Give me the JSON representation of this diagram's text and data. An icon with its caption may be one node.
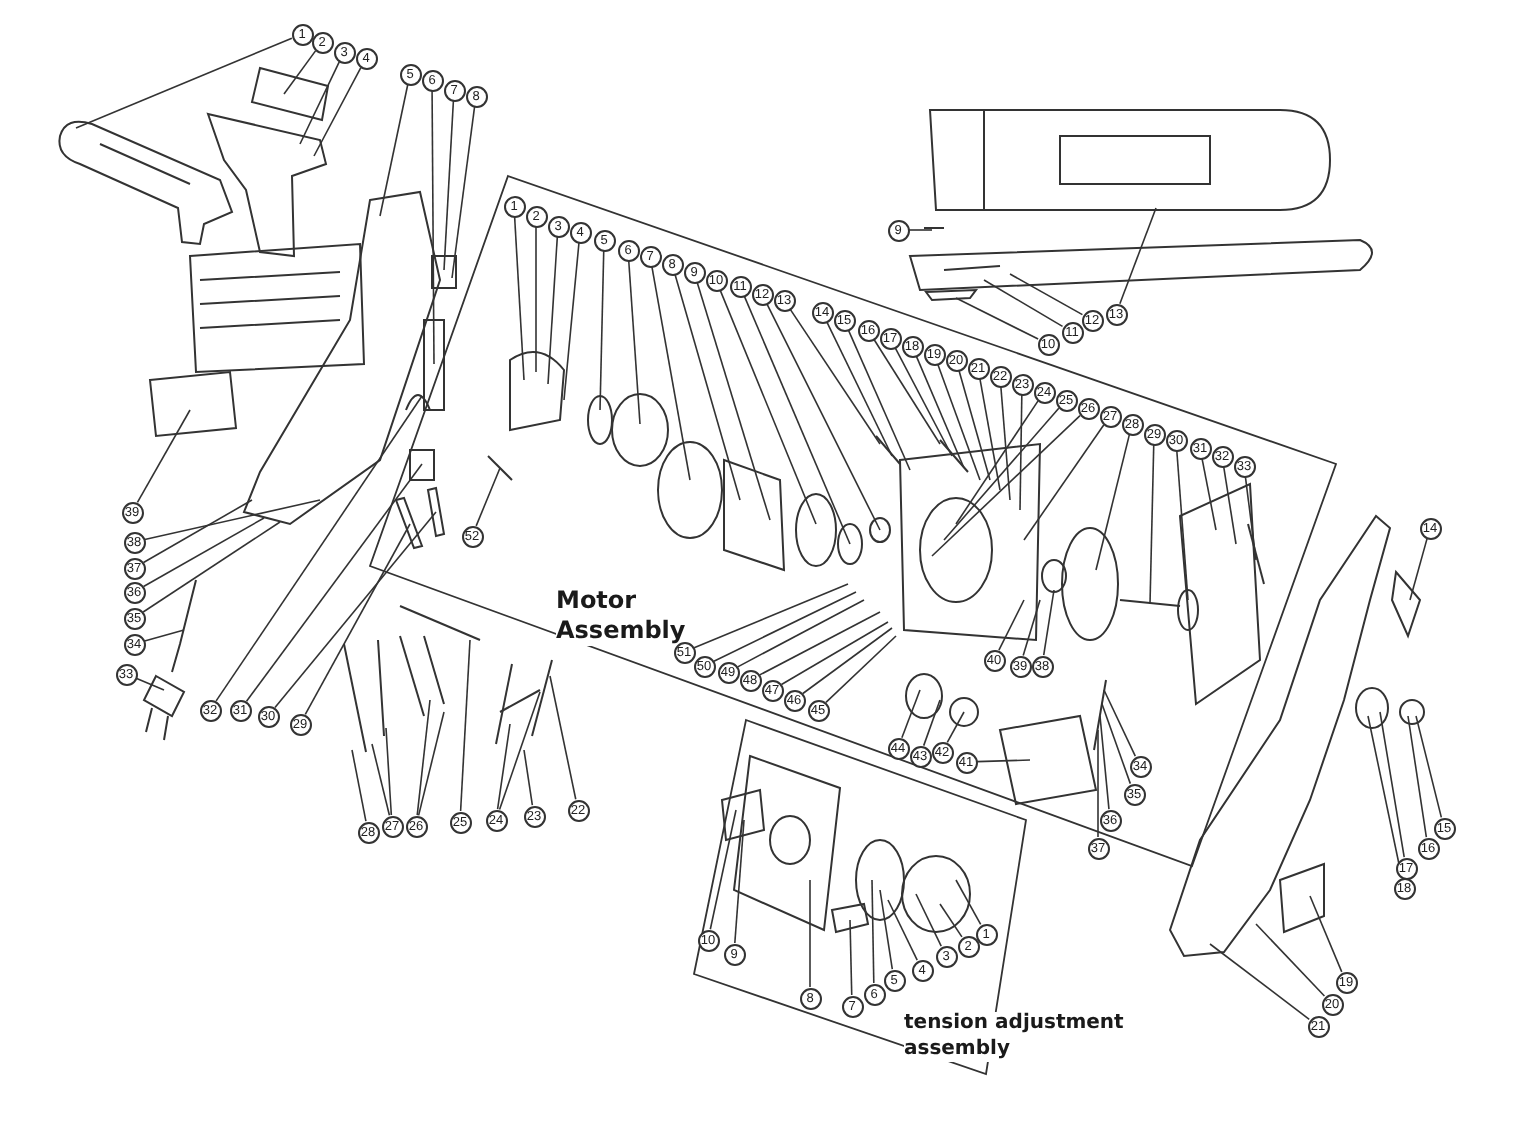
{
  "diagram": {
    "nodes": [
      {
        "text": [
          "Motor Assembly"
        ]
      },
      {
        "text": [
          "tension adjustment assembly"
        ]
      },
      {
        "text": [
          "1"
        ]
      },
      {
        "text": [
          "2"
        ]
      },
      {
        "text": [
          "3"
        ]
      },
      {
        "text": [
          "4"
        ]
      },
      {
        "text": [
          "5"
        ]
      },
      {
        "text": [
          "6"
        ]
      },
      {
        "text": [
          "7"
        ]
      },
      {
        "text": [
          "8"
        ]
      },
      {
        "text": [
          "9"
        ]
      },
      {
        "text": [
          "10"
        ]
      },
      {
        "text": [
          "11"
        ]
      },
      {
        "text": [
          "12"
        ]
      },
      {
        "text": [
          "13"
        ]
      },
      {
        "text": [
          "14"
        ]
      },
      {
        "text": [
          "15"
        ]
      },
      {
        "text": [
          "16"
        ]
      },
      {
        "text": [
          "17"
        ]
      },
      {
        "text": [
          "18"
        ]
      },
      {
        "text": [
          "19"
        ]
      },
      {
        "text": [
          "20"
        ]
      },
      {
        "text": [
          "21"
        ]
      },
      {
        "text": [
          "22"
        ]
      },
      {
        "text": [
          "23"
        ]
      },
      {
        "text": [
          "24"
        ]
      },
      {
        "text": [
          "25"
        ]
      },
      {
        "text": [
          "26"
        ]
      },
      {
        "text": [
          "27"
        ]
      },
      {
        "text": [
          "28"
        ]
      },
      {
        "text": [
          "29"
        ]
      },
      {
        "text": [
          "30"
        ]
      },
      {
        "text": [
          "31"
        ]
      },
      {
        "text": [
          "32"
        ]
      },
      {
        "text": [
          "33"
        ]
      },
      {
        "text": [
          "34"
        ]
      },
      {
        "text": [
          "35"
        ]
      },
      {
        "text": [
          "36"
        ]
      },
      {
        "text": [
          "37"
        ]
      },
      {
        "text": [
          "38"
        ]
      },
      {
        "text": [
          "39"
        ]
      },
      {
        "text": [
          "1"
        ],
        "in": 0
      },
      {
        "text": [
          "2"
        ],
        "in": 0
      },
      {
        "text": [
          "3"
        ],
        "in": 0
      },
      {
        "text": [
          "4"
        ],
        "in": 0
      },
      {
        "text": [
          "5"
        ],
        "in": 0
      },
      {
        "text": [
          "6"
        ],
        "in": 0
      },
      {
        "text": [
          "7"
        ],
        "in": 0
      },
      {
        "text": [
          "8"
        ],
        "in": 0
      },
      {
        "text": [
          "9"
        ],
        "in": 0
      },
      {
        "text": [
          "10"
        ],
        "in": 0
      },
      {
        "text": [
          "11"
        ],
        "in": 0
      },
      {
        "text": [
          "12"
        ],
        "in": 0
      },
      {
        "text": [
          "13"
        ],
        "in": 0
      },
      {
        "text": [
          "14"
        ],
        "in": 0
      },
      {
        "text": [
          "15"
        ],
        "in": 0
      },
      {
        "text": [
          "16"
        ],
        "in": 0
      },
      {
        "text": [
          "17"
        ],
        "in": 0
      },
      {
        "text": [
          "18"
        ],
        "in": 0
      },
      {
        "text": [
          "19"
        ],
        "in": 0
      },
      {
        "text": [
          "20"
        ],
        "in": 0
      },
      {
        "text": [
          "21"
        ],
        "in": 0
      },
      {
        "text": [
          "22"
        ],
        "in": 0
      },
      {
        "text": [
          "23"
        ],
        "in": 0
      },
      {
        "text": [
          "24"
        ],
        "in": 0
      },
      {
        "text": [
          "25"
        ],
        "in": 0
      },
      {
        "text": [
          "26"
        ],
        "in": 0
      },
      {
        "text": [
          "27"
        ],
        "in": 0
      },
      {
        "text": [
          "28"
        ],
        "in": 0
      },
      {
        "text": [
          "29"
        ],
        "in": 0
      },
      {
        "text": [
          "30"
        ],
        "in": 0
      },
      {
        "text": [
          "31"
        ],
        "in": 0
      },
      {
        "text": [
          "32"
        ],
        "in": 0
      },
      {
        "text": [
          "33"
        ],
        "in": 0
      },
      {
        "text": [
          "34"
        ],
        "in": 0
      },
      {
        "text": [
          "35"
        ],
        "in": 0
      },
      {
        "text": [
          "36"
        ],
        "in": 0
      },
      {
        "text": [
          "37"
        ],
        "in": 0
      },
      {
        "text": [
          "38"
        ],
        "in": 0
      },
      {
        "text": [
          "39"
        ],
        "in": 0
      },
      {
        "text": [
          "40"
        ],
        "in": 0
      },
      {
        "text": [
          "41"
        ],
        "in": 0
      },
      {
        "text": [
          "42"
        ],
        "in": 0
      },
      {
        "text": [
          "43"
        ],
        "in": 0
      },
      {
        "text": [
          "44"
        ],
        "in": 0
      },
      {
        "text": [
          "45"
        ],
        "in": 0
      },
      {
        "text": [
          "46"
        ],
        "in": 0
      },
      {
        "text": [
          "47"
        ],
        "in": 0
      },
      {
        "text": [
          "48"
        ],
        "in": 0
      },
      {
        "text": [
          "49"
        ],
        "in": 0
      },
      {
        "text": [
          "50"
        ],
        "in": 0
      },
      {
        "text": [
          "51"
        ],
        "in": 0
      },
      {
        "text": [
          "52"
        ],
        "in": 0
      },
      {
        "text": [
          "1"
        ],
        "in": 1
      },
      {
        "text": [
          "2"
        ],
        "in": 1
      },
      {
        "text": [
          "3"
        ],
        "in": 1
      },
      {
        "text": [
          "4"
        ],
        "in": 1
      },
      {
        "text": [
          "5"
        ],
        "in": 1
      },
      {
        "text": [
          "6"
        ],
        "in": 1
      },
      {
        "text": [
          "7"
        ],
        "in": 1
      },
      {
        "text": [
          "8"
        ],
        "in": 1
      },
      {
        "text": [
          "9"
        ],
        "in": 1
      },
      {
        "text": [
          "10"
        ],
        "in": 1
      },
      {
        "text": [],
        "shape": "picture"
      },
      {
        "text": [],
        "shape": "picture"
      },
      {
        "text": [],
        "shape": "picture"
      },
      {
        "text": [],
        "shape": "picture"
      },
      {
        "text": [],
        "shape": "picture"
      },
      {
        "text": [],
        "shape": "picture"
      },
      {
        "text": [],
        "shape": "picture"
      },
      {
        "text": [],
        "shape": "picture"
      },
      {
        "text": [],
        "shape": "picture"
      },
      {
        "text": [],
        "shape": "picture"
      },
      {
        "text": [],
        "shape": "picture",
        "in": 0
      },
      {
        "text": [],
        "shape": "picture",
        "in": 0
      },
      {
        "text": [],
        "shape": "picture",
        "in": 0
      },
      {
        "text": [],
        "shape": "picture",
        "in": 0
      },
      {
        "text": [],
        "shape": "picture",
        "in": 0
      },
      {
        "text": [],
        "shape": "picture",
        "in": 1
      }
    ],
    "edges": [
      {
        "from": 2,
        "to": 103,
        "arrow": "none"
      },
      {
        "from": 3,
        "to": 104,
        "arrow": "none"
      },
      {
        "from": 4,
        "to": 104,
        "arrow": "none"
      },
      {
        "from": 5,
        "to": 104,
        "arrow": "none"
      },
      {
        "from": 6,
        "to": 105,
        "arrow": "none"
      },
      {
        "from": 7,
        "to": 108,
        "arrow": "none"
      },
      {
        "from": 8,
        "to": 108,
        "arrow": "none"
      },
      {
        "from": 9,
        "to": 108,
        "arrow": "none"
      },
      {
        "from": 10,
        "to": 109,
        "arrow": "none"
      },
      {
        "from": 11,
        "to": 109,
        "arrow": "none"
      },
      {
        "from": 12,
        "to": 109,
        "arrow": "none"
      },
      {
        "from": 13,
        "to": 109,
        "arrow": "none"
      },
      {
        "from": 14,
        "to": 110,
        "arrow": "none"
      },
      {
        "from": 15,
        "to": 112,
        "arrow": "none"
      },
      {
        "from": 16,
        "to": 112,
        "arrow": "none"
      },
      {
        "from": 17,
        "to": 112,
        "arrow": "none"
      },
      {
        "from": 18,
        "to": 112,
        "arrow": "none"
      },
      {
        "from": 19,
        "to": 112,
        "arrow": "none"
      },
      {
        "from": 20,
        "to": 111,
        "arrow": "none"
      },
      {
        "from": 21,
        "to": 111,
        "arrow": "none"
      },
      {
        "from": 22,
        "to": 111,
        "arrow": "none"
      },
      {
        "from": 23,
        "to": 107,
        "arrow": "none"
      },
      {
        "from": 24,
        "to": 107,
        "arrow": "none"
      },
      {
        "from": 25,
        "to": 107,
        "arrow": "none"
      },
      {
        "from": 26,
        "to": 107,
        "arrow": "none"
      },
      {
        "from": 27,
        "to": 107,
        "arrow": "none"
      },
      {
        "from": 28,
        "to": 107,
        "arrow": "none"
      },
      {
        "from": 29,
        "to": 107,
        "arrow": "none"
      },
      {
        "from": 30,
        "to": 108,
        "arrow": "none"
      },
      {
        "from": 31,
        "to": 108,
        "arrow": "none"
      },
      {
        "from": 32,
        "to": 108,
        "arrow": "none"
      },
      {
        "from": 33,
        "to": 108,
        "arrow": "none"
      },
      {
        "from": 34,
        "to": 106,
        "arrow": "none"
      },
      {
        "from": 35,
        "to": 106,
        "arrow": "none"
      },
      {
        "from": 36,
        "to": 105,
        "arrow": "none"
      },
      {
        "from": 37,
        "to": 105,
        "arrow": "none"
      },
      {
        "from": 38,
        "to": 105,
        "arrow": "none"
      },
      {
        "from": 39,
        "to": 105,
        "arrow": "none"
      },
      {
        "from": 40,
        "to": 105,
        "arrow": "none"
      },
      {
        "from": 41,
        "to": 113,
        "arrow": "none"
      },
      {
        "from": 42,
        "to": 113,
        "arrow": "none"
      },
      {
        "from": 43,
        "to": 113,
        "arrow": "none"
      },
      {
        "from": 44,
        "to": 113,
        "arrow": "none"
      },
      {
        "from": 45,
        "to": 113,
        "arrow": "none"
      },
      {
        "from": 46,
        "to": 113,
        "arrow": "none"
      },
      {
        "from": 47,
        "to": 113,
        "arrow": "none"
      },
      {
        "from": 48,
        "to": 113,
        "arrow": "none"
      },
      {
        "from": 49,
        "to": 113,
        "arrow": "none"
      },
      {
        "from": 50,
        "to": 113,
        "arrow": "none"
      },
      {
        "from": 51,
        "to": 114,
        "arrow": "none"
      },
      {
        "from": 52,
        "to": 114,
        "arrow": "none"
      },
      {
        "from": 53,
        "to": 114,
        "arrow": "none"
      },
      {
        "from": 54,
        "to": 114,
        "arrow": "none"
      },
      {
        "from": 55,
        "to": 114,
        "arrow": "none"
      },
      {
        "from": 56,
        "to": 114,
        "arrow": "none"
      },
      {
        "from": 57,
        "to": 114,
        "arrow": "none"
      },
      {
        "from": 58,
        "to": 114,
        "arrow": "none"
      },
      {
        "from": 59,
        "to": 114,
        "arrow": "none"
      },
      {
        "from": 60,
        "to": 114,
        "arrow": "none"
      },
      {
        "from": 61,
        "to": 114,
        "arrow": "none"
      },
      {
        "from": 62,
        "to": 114,
        "arrow": "none"
      },
      {
        "from": 63,
        "to": 114,
        "arrow": "none"
      },
      {
        "from": 64,
        "to": 114,
        "arrow": "none"
      },
      {
        "from": 65,
        "to": 114,
        "arrow": "none"
      },
      {
        "from": 66,
        "to": 114,
        "arrow": "none"
      },
      {
        "from": 67,
        "to": 114,
        "arrow": "none"
      },
      {
        "from": 68,
        "to": 114,
        "arrow": "none"
      },
      {
        "from": 69,
        "to": 117,
        "arrow": "none"
      },
      {
        "from": 70,
        "to": 117,
        "arrow": "none"
      },
      {
        "from": 71,
        "to": 117,
        "arrow": "none"
      },
      {
        "from": 72,
        "to": 117,
        "arrow": "none"
      },
      {
        "from": 73,
        "to": 117,
        "arrow": "none"
      },
      {
        "from": 74,
        "to": 116,
        "arrow": "none"
      },
      {
        "from": 75,
        "to": 116,
        "arrow": "none"
      },
      {
        "from": 76,
        "to": 116,
        "arrow": "none"
      },
      {
        "from": 77,
        "to": 116,
        "arrow": "none"
      },
      {
        "from": 78,
        "to": 114,
        "arrow": "none"
      },
      {
        "from": 79,
        "to": 114,
        "arrow": "none"
      },
      {
        "from": 80,
        "to": 114,
        "arrow": "none"
      },
      {
        "from": 81,
        "to": 116,
        "arrow": "none"
      },
      {
        "from": 82,
        "to": 115,
        "arrow": "none"
      },
      {
        "from": 83,
        "to": 115,
        "arrow": "none"
      },
      {
        "from": 84,
        "to": 115,
        "arrow": "none"
      },
      {
        "from": 85,
        "to": 114,
        "arrow": "none"
      },
      {
        "from": 86,
        "to": 114,
        "arrow": "none"
      },
      {
        "from": 87,
        "to": 114,
        "arrow": "none"
      },
      {
        "from": 88,
        "to": 114,
        "arrow": "none"
      },
      {
        "from": 89,
        "to": 114,
        "arrow": "none"
      },
      {
        "from": 90,
        "to": 114,
        "arrow": "none"
      },
      {
        "from": 91,
        "to": 114,
        "arrow": "none"
      },
      {
        "from": 92,
        "to": 113,
        "arrow": "none"
      },
      {
        "from": 93,
        "to": 118,
        "arrow": "none"
      },
      {
        "from": 94,
        "to": 118,
        "arrow": "none"
      },
      {
        "from": 95,
        "to": 118,
        "arrow": "none"
      },
      {
        "from": 96,
        "to": 118,
        "arrow": "none"
      },
      {
        "from": 97,
        "to": 118,
        "arrow": "none"
      },
      {
        "from": 98,
        "to": 118,
        "arrow": "none"
      },
      {
        "from": 99,
        "to": 118,
        "arrow": "none"
      },
      {
        "from": 100,
        "to": 118,
        "arrow": "none"
      },
      {
        "from": 101,
        "to": 118,
        "arrow": "none"
      },
      {
        "from": 102,
        "to": 118,
        "arrow": "none"
      },
      {
        "from": 25,
        "to": 107,
        "arrow": "none"
      },
      {
        "from": 27,
        "to": 107,
        "arrow": "none"
      },
      {
        "from": 28,
        "to": 107,
        "arrow": "none"
      }
    ]
  }
}
